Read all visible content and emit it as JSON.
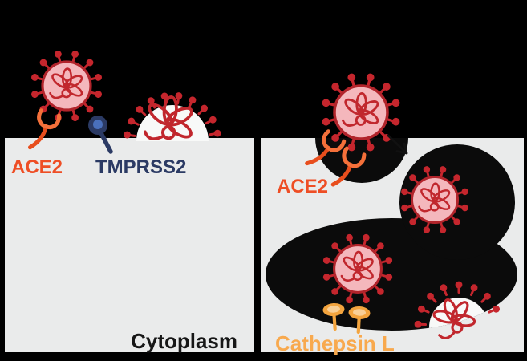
{
  "diagram": {
    "panels": {
      "left": {
        "labels": {
          "ace2": "ACE2",
          "tmprss2": "TMPRSS2",
          "cytoplasm": "Cytoplasm"
        }
      },
      "right": {
        "labels": {
          "ace2": "ACE2",
          "cathepsin_l": "Cathepsin L"
        }
      }
    },
    "icons": {
      "virus": "coronavirus-particle",
      "ace2": "ace2-receptor",
      "tmprss2": "tmprss2-protease-pin",
      "cathepsin": "cathepsin-l-enzyme-pin",
      "arrow": "endocytosis-arrow"
    },
    "colors": {
      "background": "#000000",
      "cell_gray": "#eaebeb",
      "bump_white": "#f8f9f8",
      "endosome_black": "#0b0b0b",
      "spike_red": "#c5262d",
      "virus_fill": "#f4b7bc",
      "virus_stroke": "#b2242b",
      "rna_red": "#c1272d",
      "ace2_orange": "#f4703a",
      "ace2_stem": "#e84e1d",
      "ace2_label": "#ee4e25",
      "tmprss2_navy": "#2b3a64",
      "tmprss2_head": "#4a70bc",
      "cathepsin_orange": "#f3a43e",
      "cathepsin_inner": "#f9cf96",
      "cathepsin_label": "#f8a94e",
      "cytoplasm_label": "#171717",
      "arrow": "#111111"
    }
  }
}
